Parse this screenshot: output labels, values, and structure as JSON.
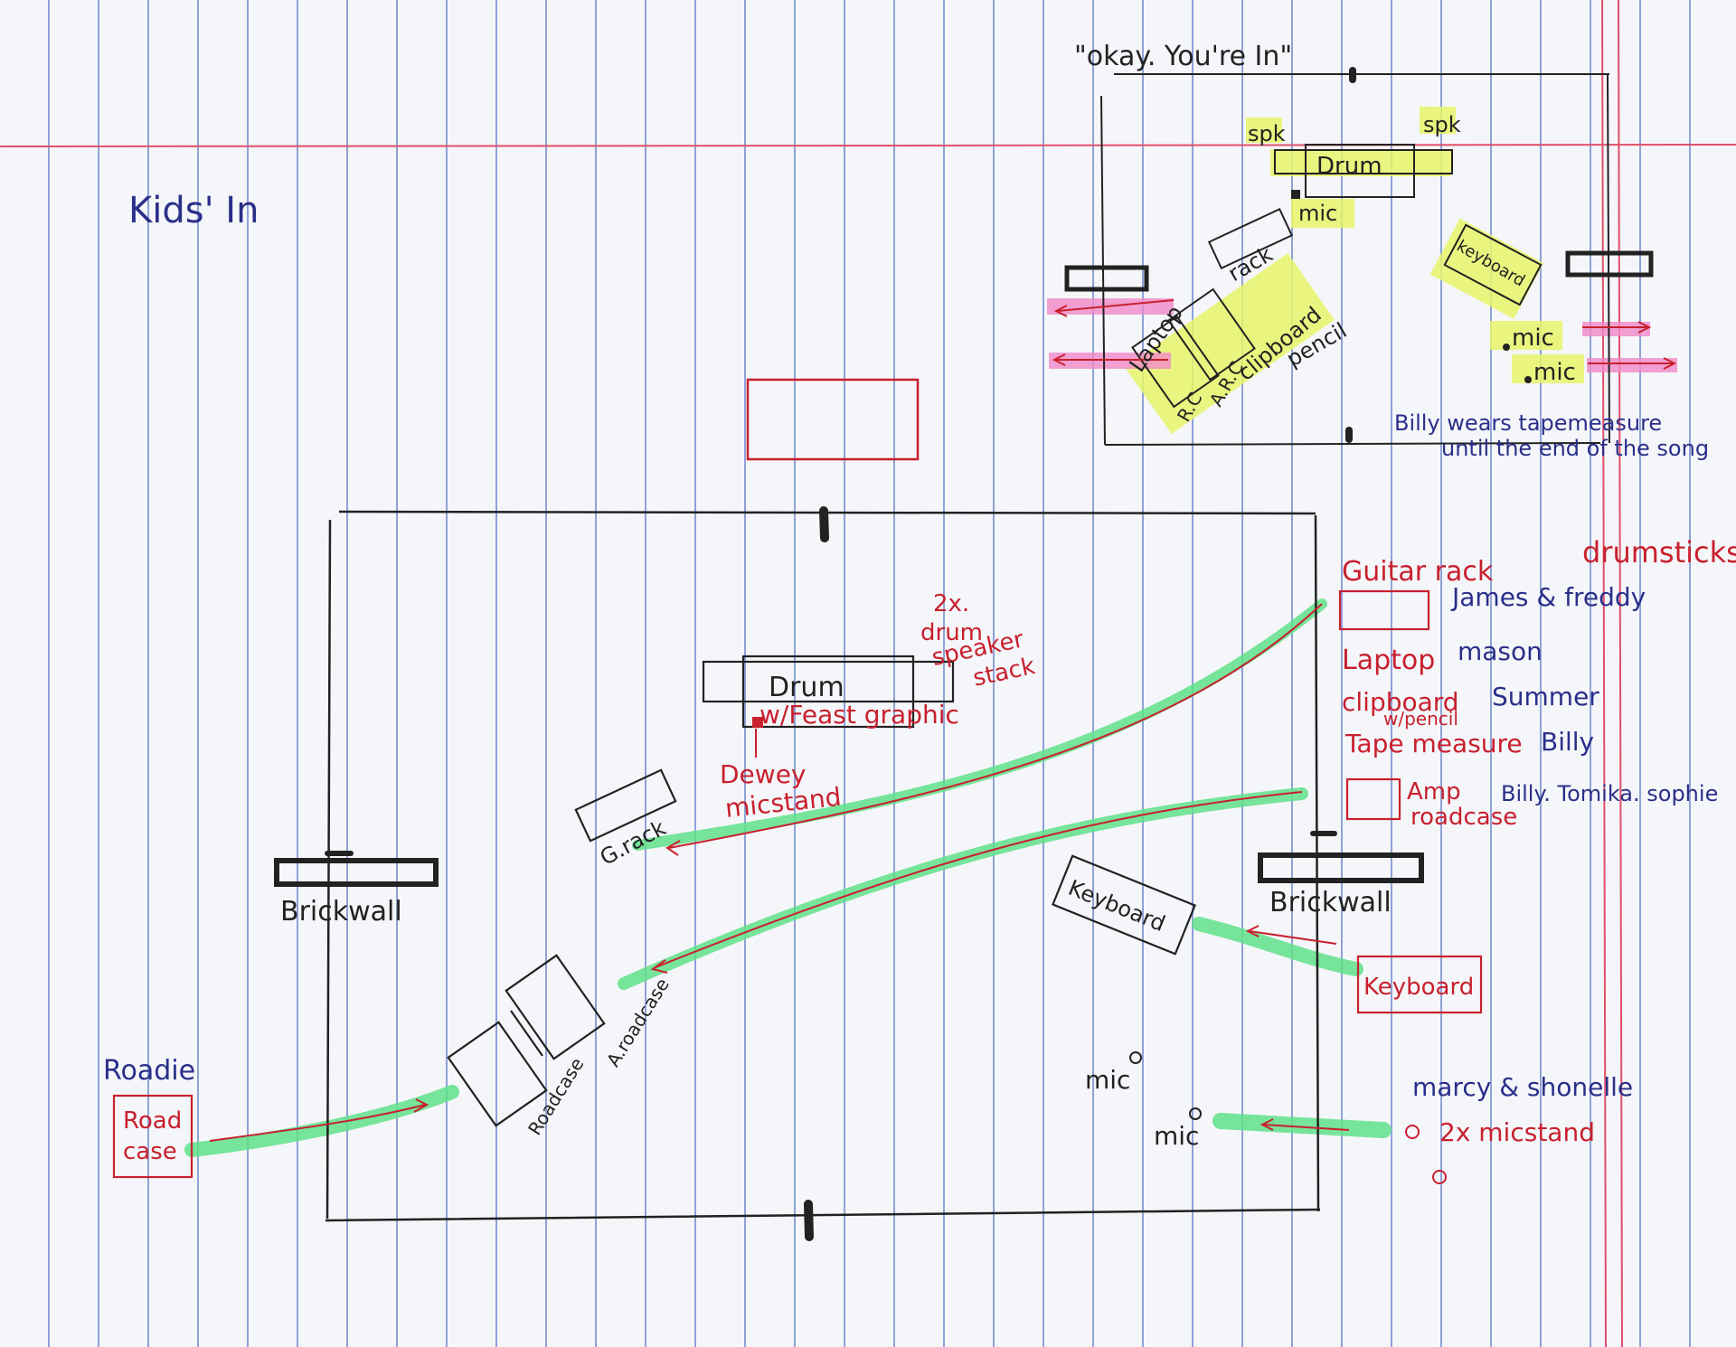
{
  "page": {
    "title": "Kids' In",
    "inset_title": "\"okay. You're In\""
  },
  "inset": {
    "spk_left": "spk",
    "spk_right": "spk",
    "drum": "Drum",
    "mic_top": "mic",
    "rack": "rack",
    "keyboard": "keyboard",
    "laptop": "Laptop",
    "clipboard": "clipboard",
    "pencil": "pencil",
    "rc": "R.C",
    "arc": "A.R.C",
    "mic_a": "mic",
    "mic_b": "mic",
    "note_line1": "Billy wears tapemeasure",
    "note_line2": "until the end of the song"
  },
  "stage": {
    "drum": "Drum",
    "drum_graphic": "w/Feast graphic",
    "drum_speaker_1": "2x.",
    "drum_speaker_2": "drum",
    "drum_speaker_3": "speaker",
    "drum_speaker_4": "stack",
    "dewey_1": "Dewey",
    "dewey_2": "micstand",
    "g_rack": "G.rack",
    "brickwall_left": "Brickwall",
    "brickwall_right": "Brickwall",
    "keyboard": "Keyboard",
    "roadcase": "Roadcase",
    "a_roadcase": "A.roadcase",
    "mic_1": "mic",
    "mic_2": "mic"
  },
  "legend": {
    "guitar_rack": "Guitar rack",
    "drumsticks": "drumsticks",
    "james_freddy": "James & freddy",
    "laptop": "Laptop",
    "mason": "mason",
    "clipboard": "clipboard",
    "w_pencil": "w/pencil",
    "summer": "Summer",
    "tape_measure": "Tape measure",
    "billy": "Billy",
    "amp": "Amp",
    "roadcase": "roadcase",
    "billy_tomika_sophie": "Billy. Tomika. sophie",
    "keyboard": "Keyboard",
    "marcy_shonelle": "marcy & shonelle",
    "two_x_micstand": "2x micstand",
    "roadie": "Roadie",
    "road": "Road",
    "case": "case"
  },
  "colors": {
    "ink_black": "#222222",
    "ink_red": "#c8202e",
    "ink_blue": "#2a2f8a",
    "highlight_green": "#5fe08a",
    "highlight_yellow": "#e6f56a",
    "highlight_pink": "#f08ac8",
    "margin_line": "#e0506a",
    "rule_line": "#8ea2d8"
  }
}
